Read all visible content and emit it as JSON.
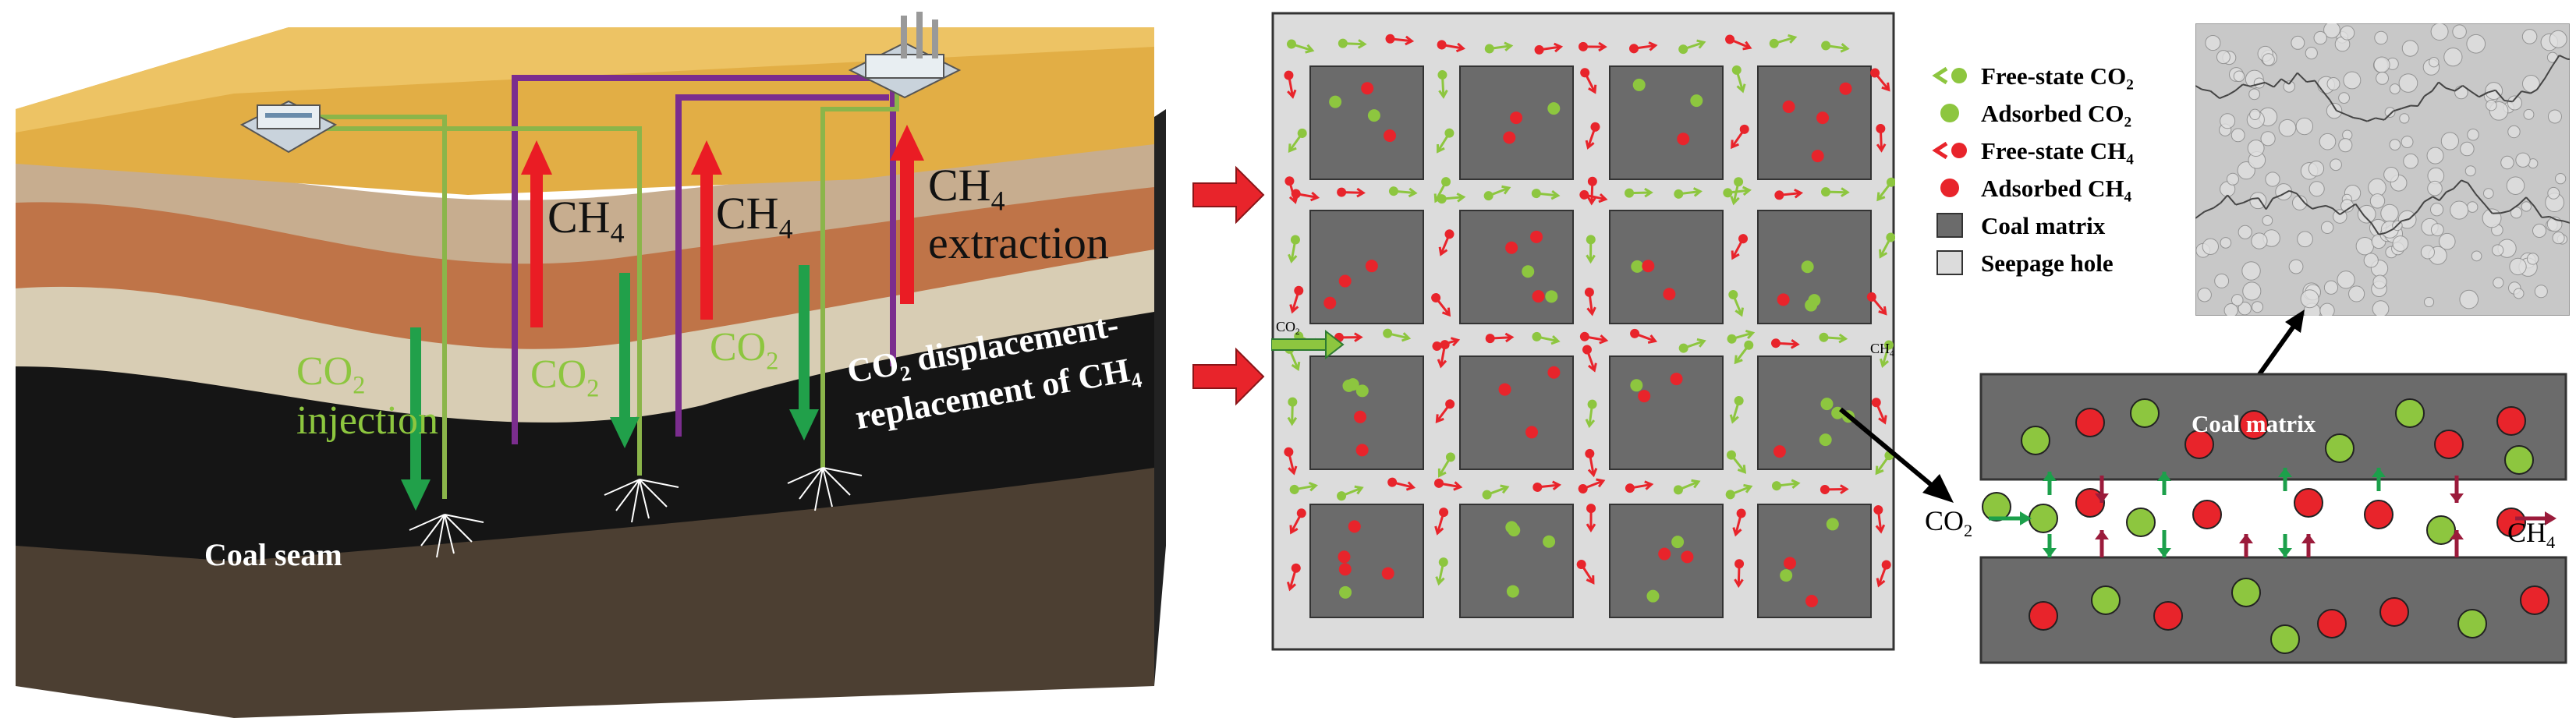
{
  "colors": {
    "co2_green": "#8dc63f",
    "ch4_red": "#e8242b",
    "injection_green": "#2e9b3a",
    "well_purple": "#7b2d8e",
    "coal_matrix": "#6b6b6b",
    "seepage_hole": "#dcdcdc",
    "soil_top": "#e0ad43",
    "coal_black": "#1a1a1a"
  },
  "block_diagram": {
    "ch4_label_1": "CH",
    "ch4_label_1_sub": "4",
    "ch4_label_2": "CH",
    "ch4_label_2_sub": "4",
    "ch4_extraction_label": "CH",
    "ch4_extraction_sub": "4",
    "extraction_word": "extraction",
    "co2_injection_label": "CO",
    "co2_injection_sub": "2",
    "injection_word": "injection",
    "co2_label_2": "CO",
    "co2_label_2_sub": "2",
    "co2_label_3": "CO",
    "co2_label_3_sub": "2",
    "displacement_line1": "CO",
    "displacement_line1_sub": "2",
    "displacement_line1_rest": " displacement-",
    "displacement_line2": "replacement of CH",
    "displacement_line2_sub": "4",
    "coal_seam_label": "Coal seam",
    "icons": [
      "factory-icon",
      "office-building-icon"
    ]
  },
  "pore_grid": {
    "co2_small_label": "CO",
    "co2_small_sub": "2",
    "ch4_small_label": "CH",
    "ch4_small_sub": "4"
  },
  "legend": [
    {
      "symbol": "free-co2",
      "label": "Free-state CO",
      "sub": "2"
    },
    {
      "symbol": "adsorbed-co2",
      "label": "Adsorbed CO",
      "sub": "2"
    },
    {
      "symbol": "free-ch4",
      "label": "Free-state CH",
      "sub": "4"
    },
    {
      "symbol": "adsorbed-ch4",
      "label": "Adsorbed CH",
      "sub": "4"
    },
    {
      "symbol": "coal-matrix",
      "label": "Coal matrix",
      "sub": ""
    },
    {
      "symbol": "seepage-hole",
      "label": "Seepage hole",
      "sub": ""
    }
  ],
  "channel_detail": {
    "coal_matrix_label": "Coal matrix",
    "co2_in_label": "CO",
    "co2_in_sub": "2",
    "ch4_out_label": "CH",
    "ch4_out_sub": "4"
  }
}
